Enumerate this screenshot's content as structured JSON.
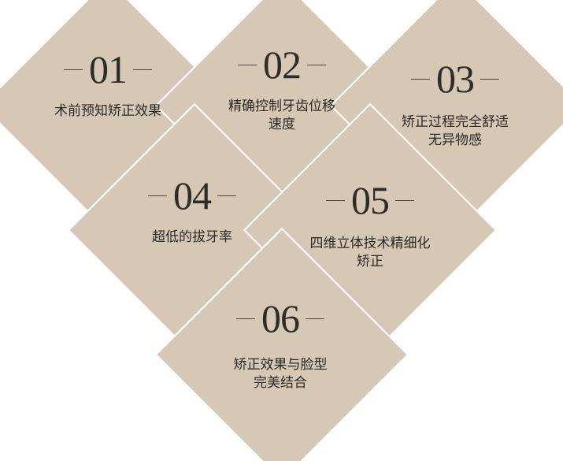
{
  "accent_color": "#d6c8b5",
  "items": [
    {
      "number": "01",
      "line1": "术前预知矫正效果",
      "line2": ""
    },
    {
      "number": "02",
      "line1": "精确控制牙齿位移",
      "line2": "速度"
    },
    {
      "number": "03",
      "line1": "矫正过程完全舒适",
      "line2": "无异物感"
    },
    {
      "number": "04",
      "line1": "超低的拔牙率",
      "line2": ""
    },
    {
      "number": "05",
      "line1": "四维立体技术精细化",
      "line2": "矫正"
    },
    {
      "number": "06",
      "line1": "矫正效果与脸型",
      "line2": "完美结合"
    }
  ]
}
